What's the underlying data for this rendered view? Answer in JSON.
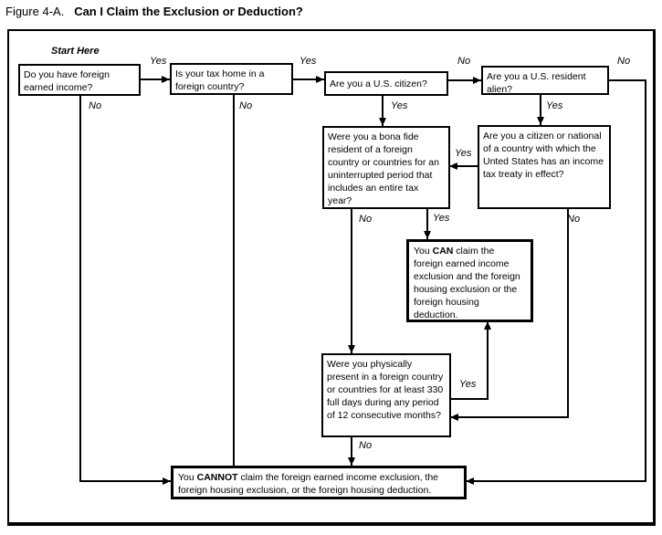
{
  "title": {
    "prefix": "Figure 4-A.",
    "main": "Can I Claim the Exclusion or Deduction?"
  },
  "start_here": "Start Here",
  "nodes": {
    "foreign_income": "Do you have foreign earned income?",
    "tax_home": "Is your tax home in a foreign country?",
    "us_citizen": "Are you a U.S. citizen?",
    "resident_alien": "Are you a U.S. resident alien?",
    "bona_fide": "Were you a bona fide resident of a foreign country or countries for an uninterrupted period that includes an entire tax year?",
    "treaty": "Are you a citizen or national of a country with which the Unted States has an income tax treaty in effect?",
    "physical_presence": "Were you physically present in a foreign country or countries for at least 330 full days during any period of 12 consecutive months?",
    "can": {
      "pre": "You ",
      "bold": "CAN",
      "post": " claim the foreign earned income exclusion and the foreign housing exclusion or the foreign housing deduction."
    },
    "cannot": {
      "pre": "You ",
      "bold": "CANNOT",
      "post": " claim the foreign earned income exclusion, the foreign housing exclusion, or the foreign housing deduction."
    }
  },
  "edge_labels": [
    "Yes",
    "Yes",
    "No",
    "No",
    "No",
    "No",
    "Yes",
    "Yes",
    "Yes",
    "No",
    "Yes",
    "No",
    "Yes",
    "No"
  ],
  "colors": {
    "ink": "#000000",
    "background": "#ffffff"
  }
}
